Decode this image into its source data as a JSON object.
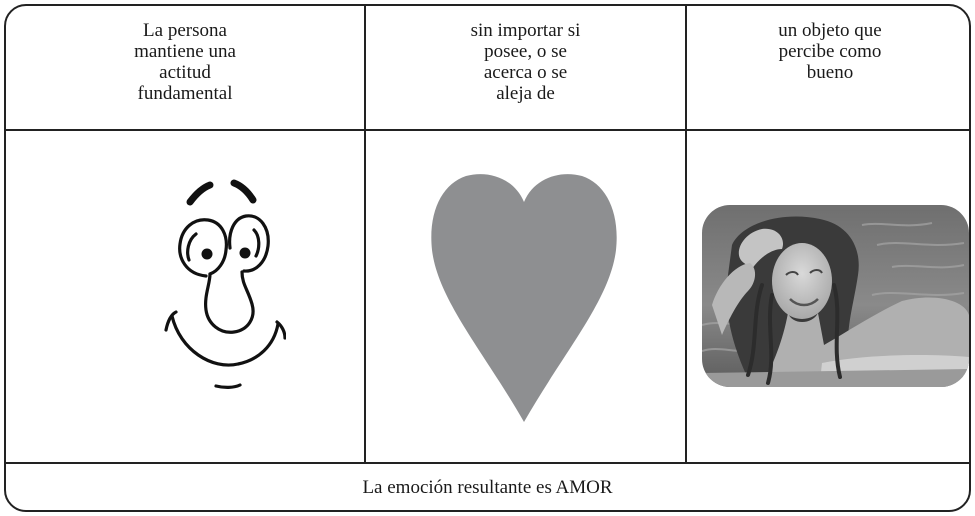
{
  "columns": [
    {
      "text": "La persona\nmantiene una\nactitud\nfundamental",
      "image": "smiling-cartoon-face"
    },
    {
      "text": "sin importar si\nposee, o se\nacerca o se\naleja de",
      "image": "gray-heart"
    },
    {
      "text": "un objeto que\npercibe como\nbueno",
      "image": "smiling-woman-photo"
    }
  ],
  "footer": {
    "text": "La emoción resultante es AMOR"
  },
  "colors": {
    "border": "#222222",
    "heart": "#8e8f91",
    "background": "#ffffff"
  }
}
